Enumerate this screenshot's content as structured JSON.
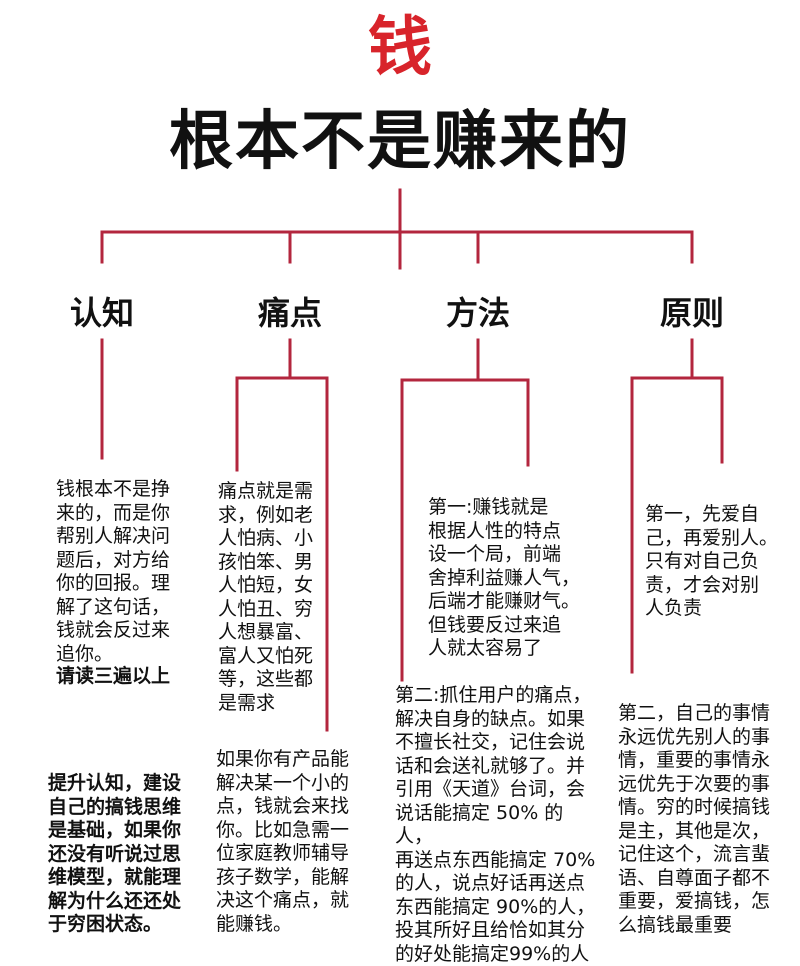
{
  "title": {
    "red": "钱",
    "main": "根本不是赚来的"
  },
  "colors": {
    "accent": "#d8242b",
    "line": "#b3263e"
  },
  "branches": [
    {
      "label": "认知",
      "notes": [
        "钱根本不是挣\n来的，而是你\n帮别人解决问\n题后，对方给\n你的回报。理\n解了这句话，\n钱就会反过来\n追你。",
        "请读三遍以上",
        "提升认知，建设\n自己的搞钱思维\n是基础，如果你\n还没有听说过思\n维模型，就能理\n解为什么还还处\n于穷困状态。"
      ]
    },
    {
      "label": "痛点",
      "notes": [
        "痛点就是需\n求，例如老\n人怕病、小\n孩怕笨、男\n人怕短，女\n人怕丑、穷\n人想暴富、\n富人又怕死\n等，这些都\n是需求",
        "如果你有产品能\n解决某一个小的\n点，钱就会来找\n你。比如急需一\n位家庭教师辅导\n孩子数学，能解\n决这个痛点，就\n能赚钱。"
      ]
    },
    {
      "label": "方法",
      "notes": [
        "第一:赚钱就是\n根据人性的特点\n设一个局，前端\n舍掉利益赚人气，\n后端才能赚财气。\n但钱要反过来追\n人就太容易了",
        "第二:抓住用户的痛点，\n解决自身的缺点。如果\n不擅长社交，记住会说\n话和会送礼就够了。并\n引用《天道》台词，会\n说话能搞定 50% 的人，\n再送点东西能搞定 70%\n的人，说点好话再送点\n东西能搞定 90%的人，\n投其所好且给恰如其分\n的好处能搞定99%的人"
      ]
    },
    {
      "label": "原则",
      "notes": [
        "第一，先爱自\n己，再爱别人。\n只有对自己负\n责，才会对别\n人负责",
        "第二，自己的事情\n永远优先别人的事\n情，重要的事情永\n远优先于次要的事\n情。穷的时候搞钱\n是主，其他是次，\n记住这个，流言蜚\n语、自尊面子都不\n重要，爱搞钱，怎\n么搞钱最重要"
      ]
    }
  ]
}
